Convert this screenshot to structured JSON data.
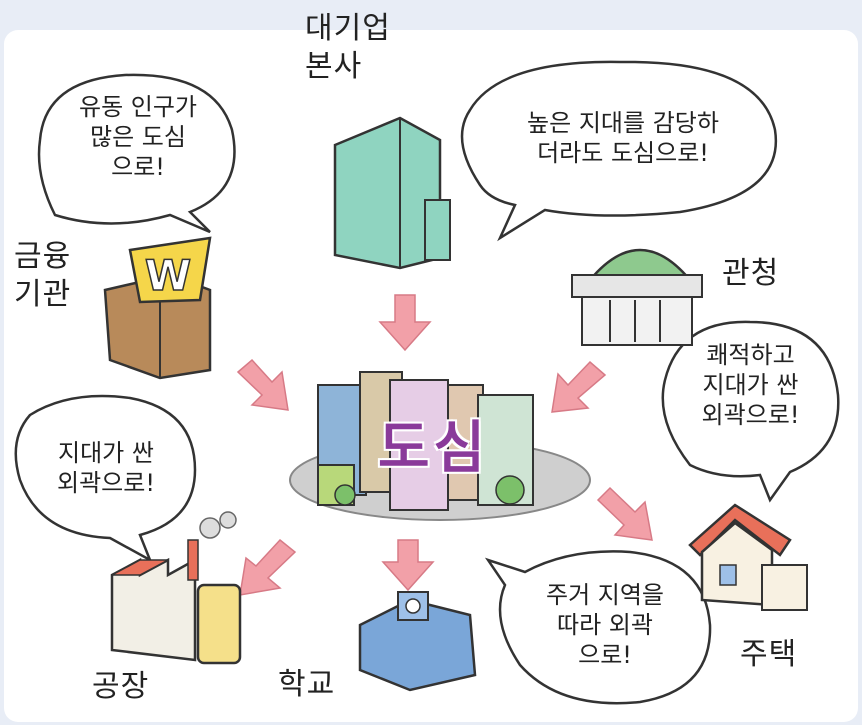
{
  "center": {
    "label": "도심"
  },
  "facilities": {
    "hq": {
      "label": "대기업\n본사"
    },
    "finance": {
      "label": "금융\n기관"
    },
    "gov": {
      "label": "관청"
    },
    "factory": {
      "label": "공장"
    },
    "school": {
      "label": "학교"
    },
    "house": {
      "label": "주택"
    }
  },
  "bubbles": {
    "finance_reason": "유동 인구가\n많은 도심\n으로!",
    "hq_reason": "높은 지대를 감당하\n더라도 도심으로!",
    "house_reason": "쾌적하고\n지대가 싼\n외곽으로!",
    "factory_reason": "지대가 싼\n외곽으로!",
    "school_reason": "주거 지역을\n따라 외곽\n으로!"
  },
  "finance_sign": "W",
  "colors": {
    "arrow": "#f2a0a8",
    "center_text": "#8a3a9a",
    "hq_building": "#8fd4c0",
    "gov_dome": "#8ec98e",
    "house_roof": "#e8705a",
    "factory_tank": "#f5e08a",
    "school_building": "#7aa6d8"
  }
}
